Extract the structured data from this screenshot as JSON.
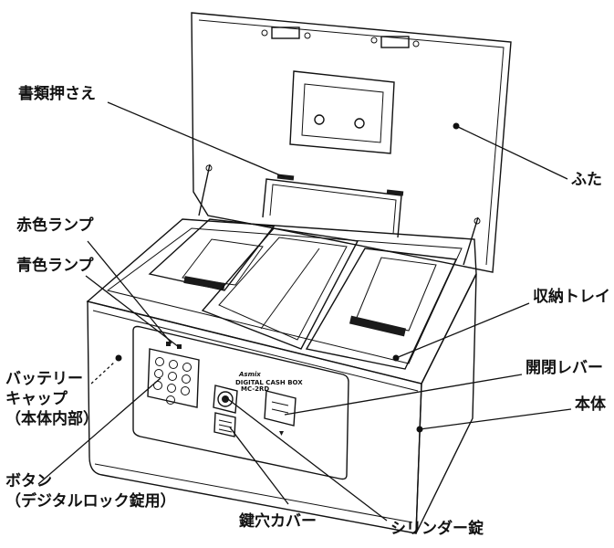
{
  "labels": {
    "document_holder": "書類押さえ",
    "lid": "ふた",
    "red_lamp": "赤色ランプ",
    "blue_lamp": "青色ランプ",
    "storage_tray": "収納トレイ",
    "open_lever": "開閉レバー",
    "body": "本体",
    "battery_line1": "バッテリー",
    "battery_line2": "キャップ",
    "battery_line3": "（本体内部）",
    "button_line1": "ボタン",
    "button_line2": "（デジタルロック錠用）",
    "key_cover": "鍵穴カバー",
    "cylinder_lock": "シリンダー錠"
  },
  "product_panel": {
    "brand": "Asmix",
    "model_line1": "DIGITAL CASH BOX",
    "model_line2": "MC-2RD"
  },
  "colors": {
    "ink": "#111111",
    "background": "#ffffff",
    "rubber": "#1a1a1a"
  }
}
